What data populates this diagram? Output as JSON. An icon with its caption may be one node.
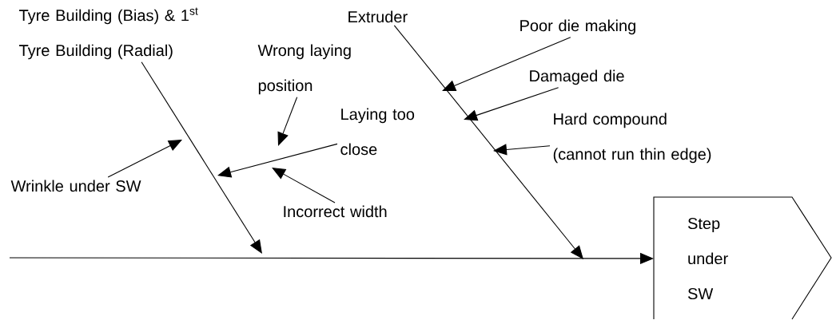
{
  "diagram": {
    "nodes": [
      {
        "text": [
          "Tyre Building (Bias) & 1$^{st}$ Tyre Building (Radial)"
        ]
      },
      {
        "text": [
          "Wrong laying position"
        ]
      },
      {
        "text": [
          "Laying too close"
        ]
      },
      {
        "text": [
          "Wrinkle under SW"
        ]
      },
      {
        "text": [
          "Incorrect width"
        ]
      },
      {
        "text": [
          "Extruder"
        ]
      },
      {
        "text": [
          "Poor die making"
        ]
      },
      {
        "text": [
          "Damaged die"
        ]
      },
      {
        "text": [
          "Hard compound (cannot run thin edge)"
        ]
      },
      {
        "text": [
          "Step under SW"
        ]
      }
    ],
    "edges": [
      {
        "from": 0,
        "to": null,
        "arrow": "to"
      },
      {
        "from": 1,
        "to": null,
        "arrow": "to"
      },
      {
        "from": 2,
        "to": null,
        "arrow": "to"
      },
      {
        "from": 3,
        "to": null,
        "arrow": "to"
      },
      {
        "from": 4,
        "to": null,
        "arrow": "to"
      },
      {
        "from": 5,
        "to": null,
        "arrow": "to"
      },
      {
        "from": 6,
        "to": null,
        "arrow": "to"
      },
      {
        "from": 7,
        "to": null,
        "arrow": "to"
      },
      {
        "from": 8,
        "to": null,
        "arrow": "to"
      },
      {
        "from": null,
        "to": 9,
        "arrow": "to"
      }
    ]
  }
}
